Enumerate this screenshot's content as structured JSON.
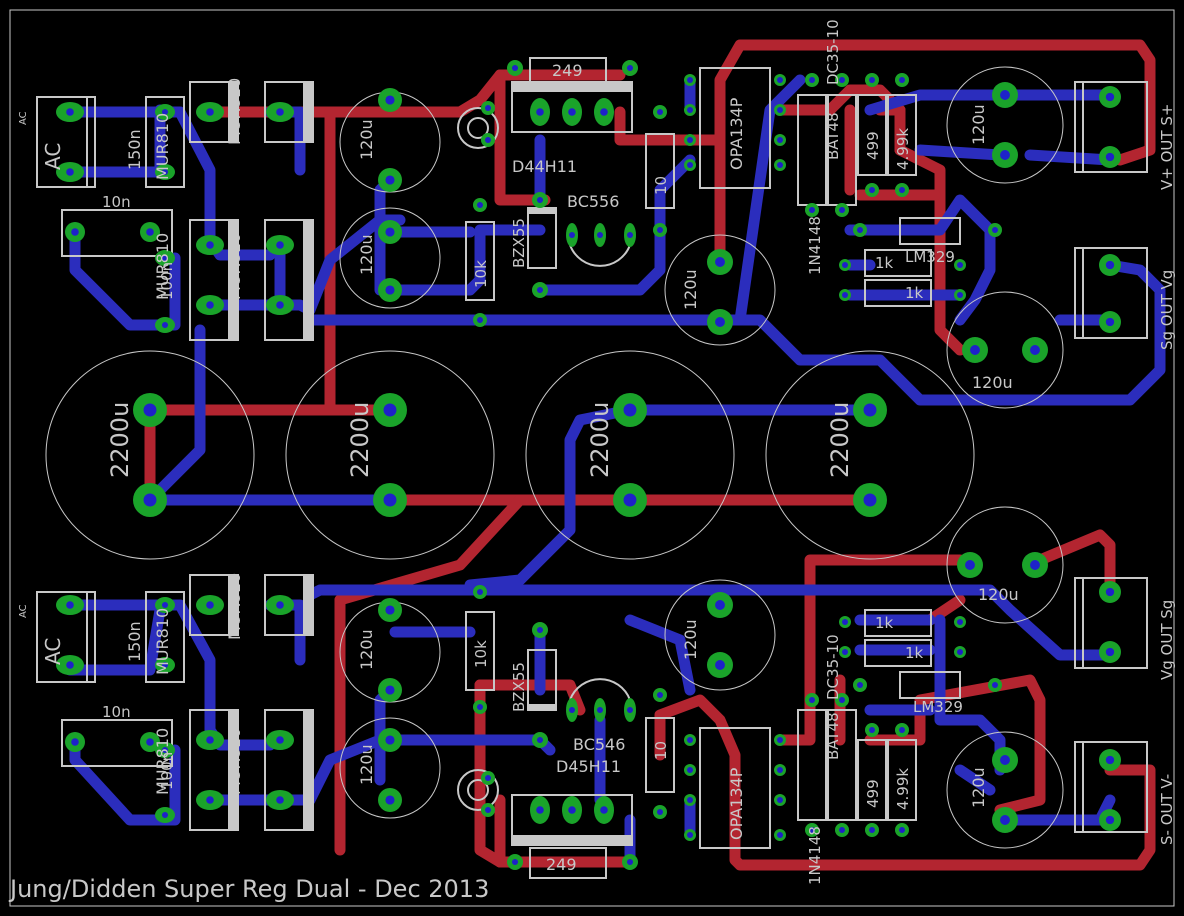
{
  "title": "Jung/Didden Super Reg Dual - Dec 2013",
  "colors": {
    "background": "#000000",
    "top_copper": "#b32530",
    "bottom_copper": "#2b2dbd",
    "pad": "#1aa32a",
    "drill": "#1e21c9",
    "silkscreen": "#c8c8c8"
  },
  "labels": {
    "ac_small": "AC",
    "ac": "AC",
    "cap_150n": "150n",
    "cap_10n": "10n",
    "cap_100n": "100n",
    "mur810": "MUR810",
    "cap_120u": "120u",
    "cap_2200u": "2200u",
    "res_249": "249",
    "d44h11": "D44H11",
    "d45h11": "D45H11",
    "bc556": "BC556",
    "bc546": "BC546",
    "bzx55": "BZX55",
    "res_10k": "10k",
    "cap_10": "10",
    "opa134": "OPA134P",
    "bat": "BAT48",
    "dc": "DC35-10",
    "n4148": "1N4148",
    "res_499": "499",
    "res_499k": "4.99k",
    "res_1k": "1k",
    "lm329": "LM329",
    "out_vplus": "V+ OUT S+",
    "out_sg_top": "Sg OUT Vg",
    "out_vg_bottom": "Vg OUT Sg",
    "out_vminus": "S- OUT V-"
  }
}
